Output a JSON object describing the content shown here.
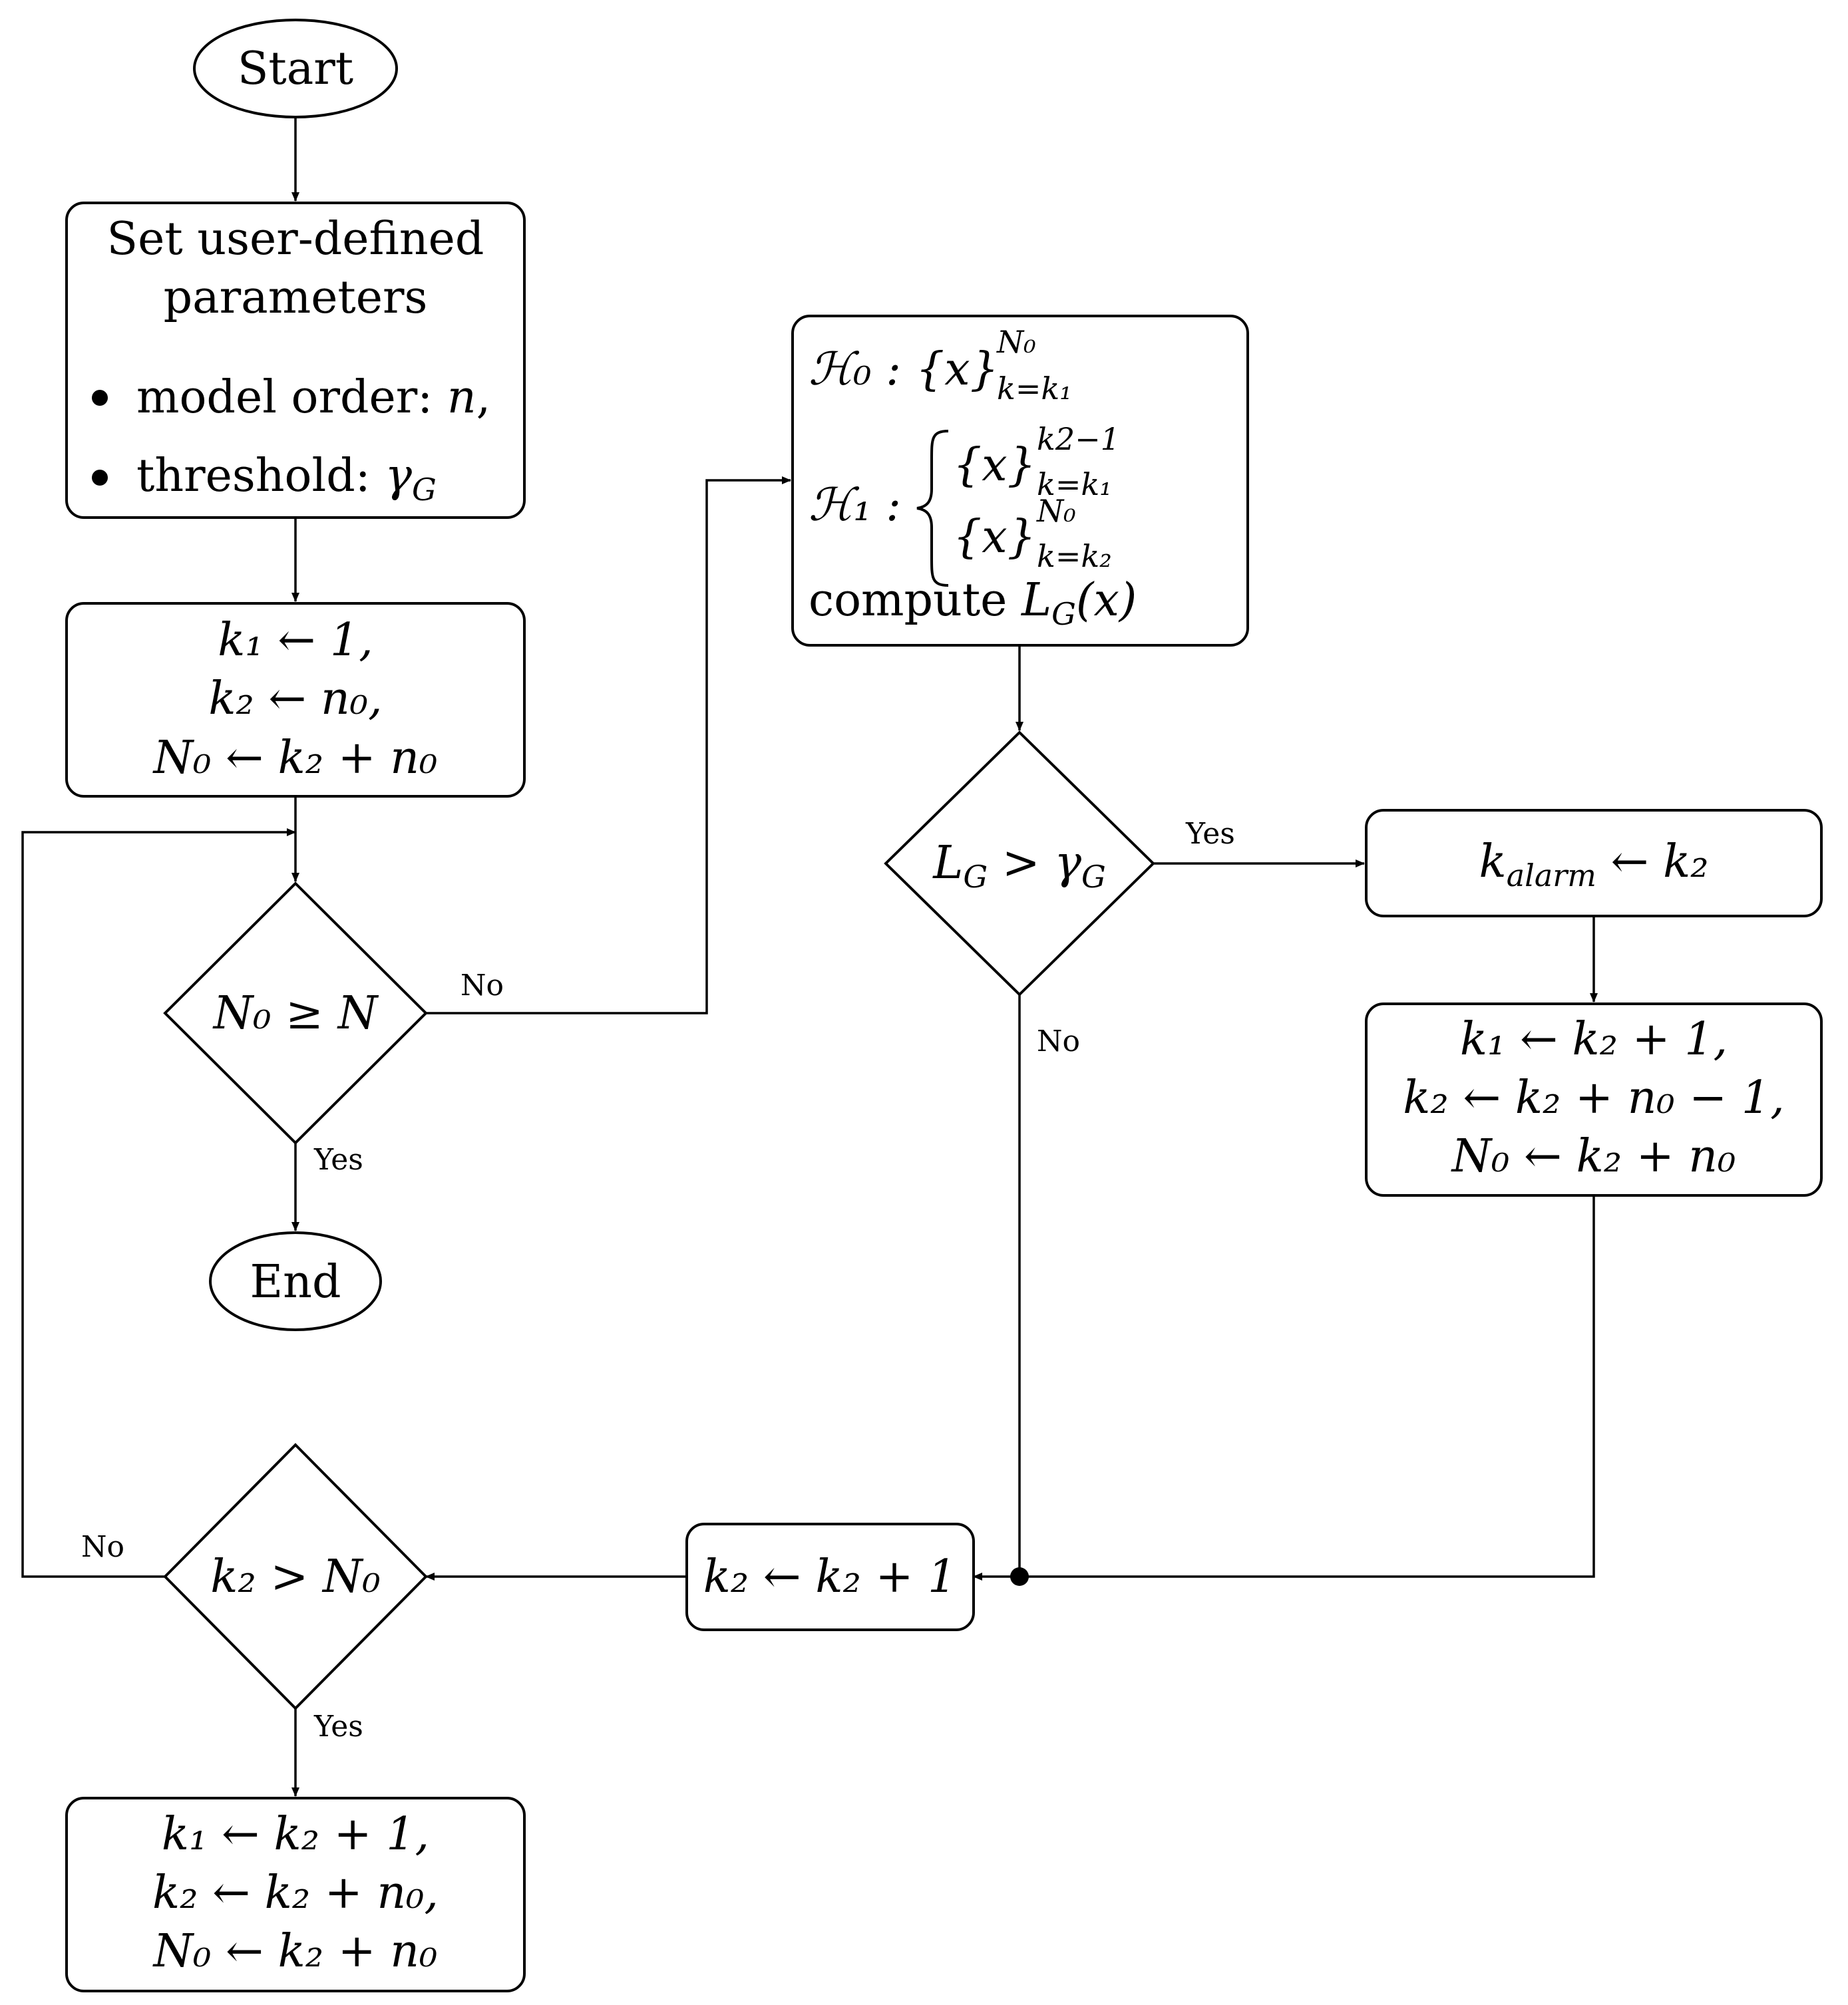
{
  "nodes": {
    "start": {
      "label": "Start"
    },
    "end": {
      "label": "End"
    },
    "params": {
      "title_line1": "Set user-defined",
      "title_line2": "parameters",
      "bullet1_label": "model order: ",
      "bullet1_var": "n",
      "bullet1_suffix": ",",
      "bullet2_label": "threshold: ",
      "bullet2_var": "γ",
      "bullet2_sub": "G"
    },
    "init": {
      "line1": "k₁  ←  1,",
      "line2": "k₂  ←  n₀,",
      "line3": "N₀ ← k₂ + n₀"
    },
    "cond_n0": {
      "label": "N₀ ≥ N"
    },
    "hypotheses": {
      "h0_symbol": "ℋ₀ :",
      "h0_set": "{x}",
      "h0_sup": "N₀",
      "h0_sub": "k=k₁",
      "h1_symbol": "ℋ₁ :",
      "h1a_set": "{x}",
      "h1a_sup": "k2−1",
      "h1a_sub": "k=k₁",
      "h1b_set": "{x}",
      "h1b_sup": "N₀",
      "h1b_sub": "k=k₂",
      "compute_word": "compute ",
      "compute_expr": "L",
      "compute_sub": "G",
      "compute_arg": "(x)"
    },
    "cond_lg": {
      "label_main": "L",
      "label_sub": "G",
      "label_op": " > γ",
      "label_sub2": "G"
    },
    "alarm": {
      "label_main": "k",
      "label_sub": "alarm",
      "label_rest": " ← k₂"
    },
    "update_alarm": {
      "line1": "k₁ ← k₂ + 1,",
      "line2": "k₂ ← k₂ + n₀ − 1,",
      "line3": "N₀ ← k₂ + n₀"
    },
    "increment": {
      "label": "k₂ ← k₂ + 1"
    },
    "cond_k2": {
      "label": "k₂ > N₀"
    },
    "update_final": {
      "line1": "k₁ ← k₂ + 1,",
      "line2": "k₂ ← k₂ + n₀,",
      "line3": "N₀ ← k₂ + n₀"
    }
  },
  "edge_labels": {
    "n0_no": "No",
    "n0_yes": "Yes",
    "lg_yes": "Yes",
    "lg_no": "No",
    "k2_no": "No",
    "k2_yes": "Yes"
  }
}
